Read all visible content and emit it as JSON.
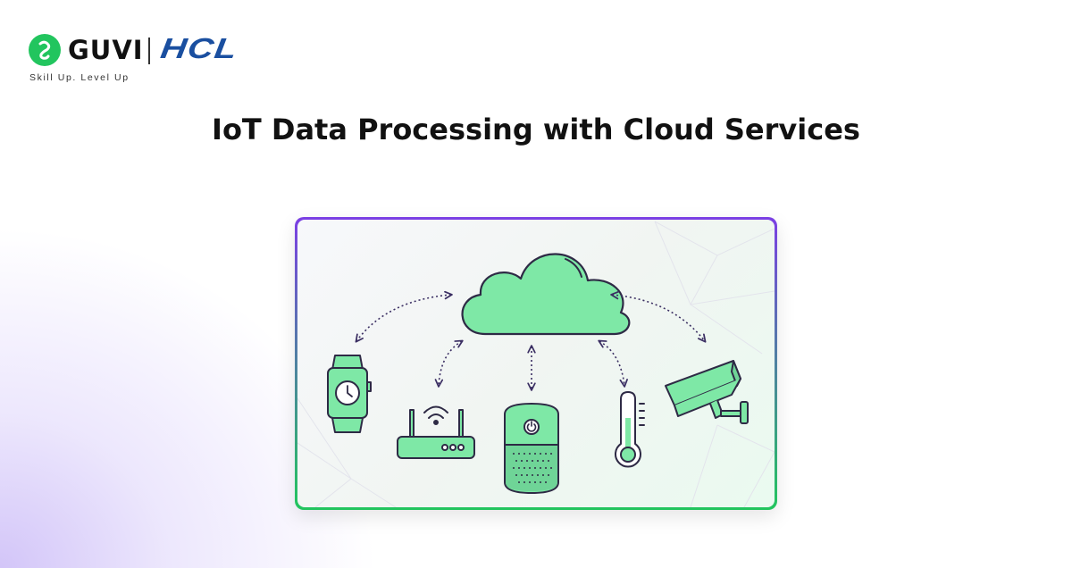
{
  "brand": {
    "guvi": "GUVI",
    "hcl": "HCL",
    "tagline": "Skill Up. Level Up",
    "colors": {
      "guvi_green": "#22c55e",
      "hcl_blue": "#1a4fa0"
    }
  },
  "title": "IoT Data Processing with Cloud Services",
  "illustration": {
    "colors": {
      "border_top": "#7b3fe4",
      "border_bottom": "#22c55e",
      "device_fill": "#7ee8a6",
      "outline": "#2e2a45",
      "arrow": "#3b2f63"
    },
    "icons": [
      "cloud-icon",
      "smartwatch-icon",
      "wifi-router-icon",
      "smart-speaker-icon",
      "thermometer-icon",
      "security-camera-icon"
    ]
  }
}
